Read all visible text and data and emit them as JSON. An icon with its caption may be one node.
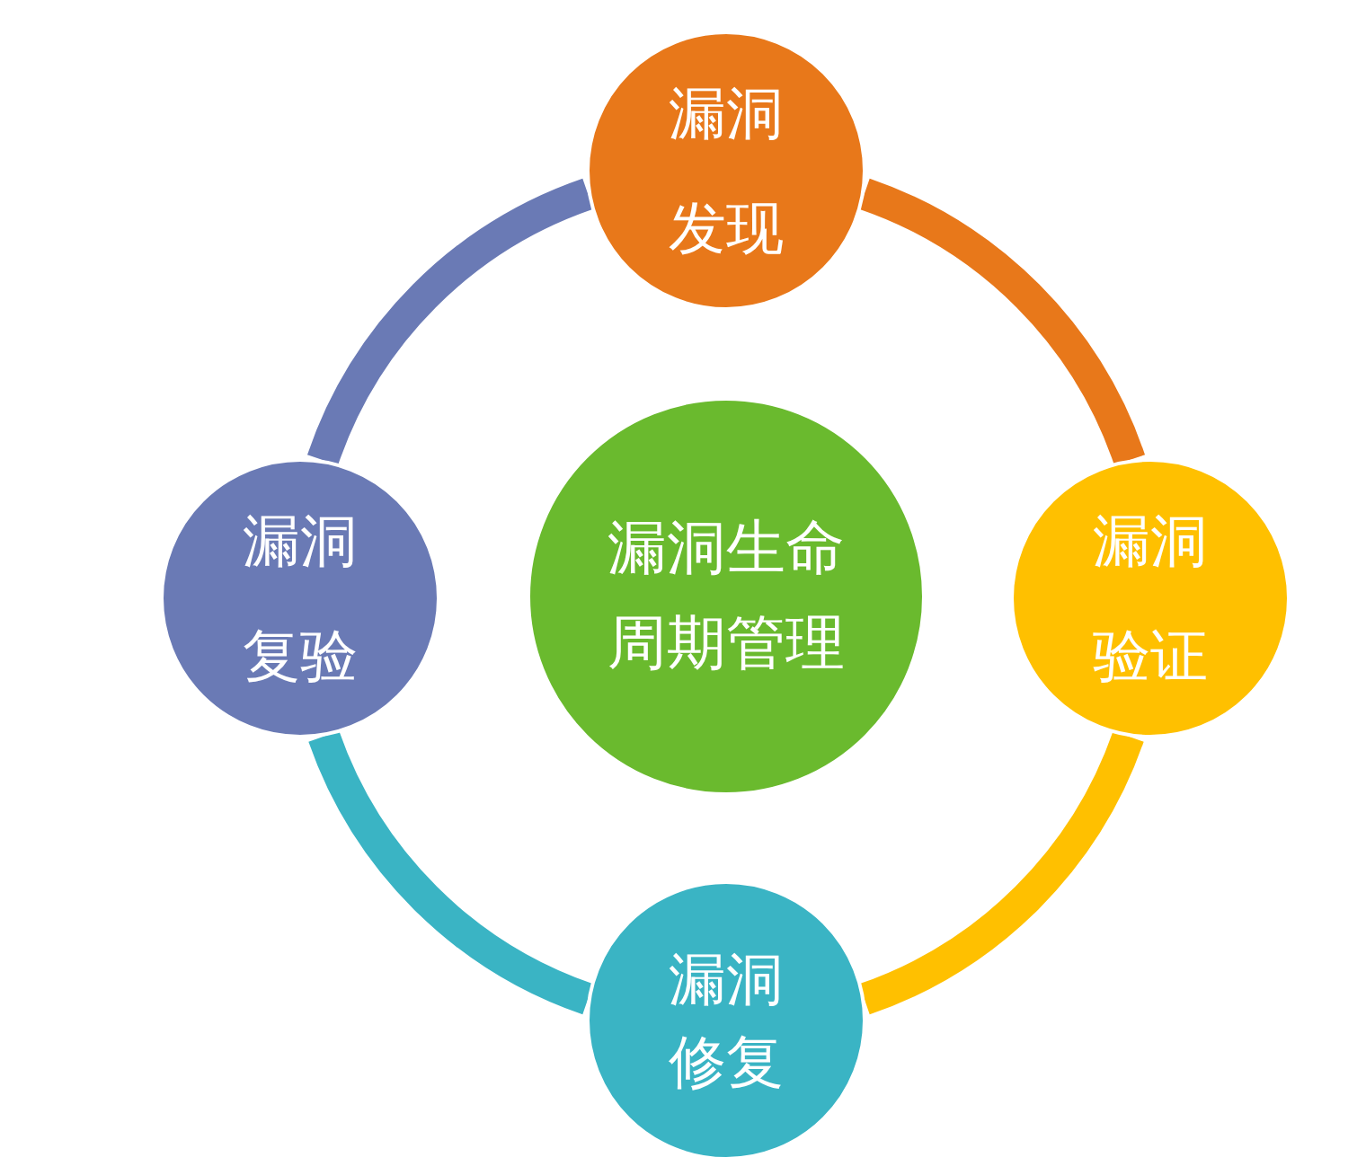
{
  "diagram": {
    "nodes": [
      {
        "text": [
          "漏洞发现"
        ]
      },
      {
        "text": [
          "漏洞验证"
        ]
      },
      {
        "text": [
          "漏洞修复"
        ]
      },
      {
        "text": [
          "漏洞复验"
        ]
      },
      {
        "text": [
          "漏洞生命周期管理"
        ]
      }
    ],
    "edges": [
      {
        "from": 0,
        "to": 1,
        "arrow": "none",
        "color": "#e8781a"
      },
      {
        "from": 1,
        "to": 2,
        "arrow": "none",
        "color": "#ffc000"
      },
      {
        "from": 2,
        "to": 3,
        "arrow": "none",
        "color": "#3ab4c4"
      },
      {
        "from": 3,
        "to": 0,
        "arrow": "none",
        "color": "#6a7ab5"
      }
    ]
  }
}
